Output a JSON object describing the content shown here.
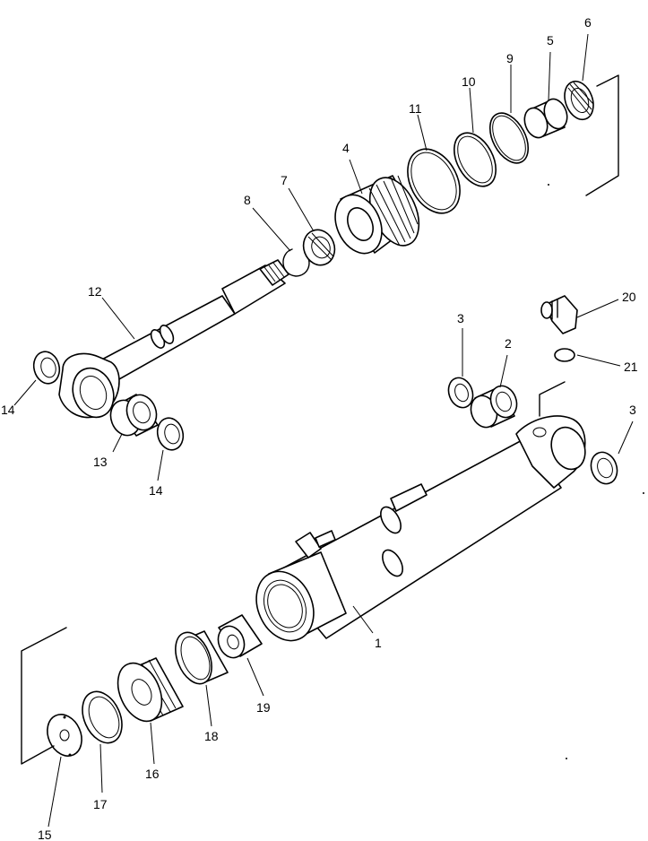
{
  "callouts": [
    {
      "id": "p1",
      "label": "1"
    },
    {
      "id": "p2",
      "label": "2"
    },
    {
      "id": "p3a",
      "label": "3"
    },
    {
      "id": "p3b",
      "label": "3"
    },
    {
      "id": "p4",
      "label": "4"
    },
    {
      "id": "p5",
      "label": "5"
    },
    {
      "id": "p6",
      "label": "6"
    },
    {
      "id": "p7",
      "label": "7"
    },
    {
      "id": "p8",
      "label": "8"
    },
    {
      "id": "p9",
      "label": "9"
    },
    {
      "id": "p10",
      "label": "10"
    },
    {
      "id": "p11",
      "label": "11"
    },
    {
      "id": "p12",
      "label": "12"
    },
    {
      "id": "p13",
      "label": "13"
    },
    {
      "id": "p14a",
      "label": "14"
    },
    {
      "id": "p14b",
      "label": "14"
    },
    {
      "id": "p15",
      "label": "15"
    },
    {
      "id": "p16",
      "label": "16"
    },
    {
      "id": "p17",
      "label": "17"
    },
    {
      "id": "p18",
      "label": "18"
    },
    {
      "id": "p19",
      "label": "19"
    },
    {
      "id": "p20",
      "label": "20"
    },
    {
      "id": "p21",
      "label": "21"
    }
  ],
  "colors": {
    "line": "#000000",
    "background": "#ffffff"
  }
}
